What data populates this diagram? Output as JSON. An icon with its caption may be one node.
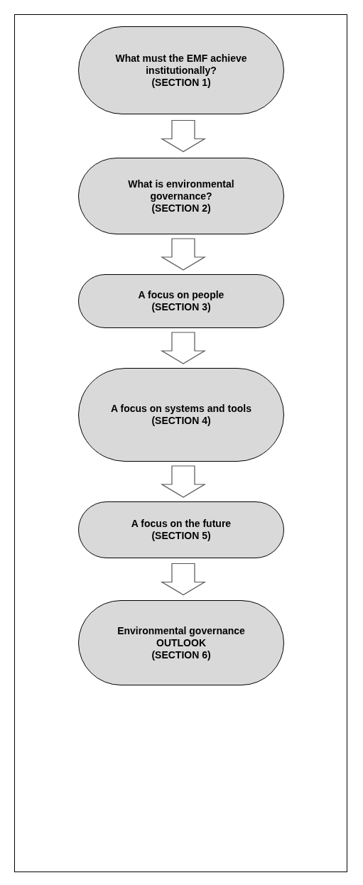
{
  "diagram": {
    "nodes": [
      {
        "text": [
          "What must the EMF achieve institutionally?",
          "(SECTION 1)"
        ]
      },
      {
        "text": [
          "What is environmental governance?",
          "(SECTION 2)"
        ]
      },
      {
        "text": [
          "A focus on people",
          "(SECTION 3)"
        ]
      },
      {
        "text": [
          "A focus on systems and tools",
          "(SECTION 4)"
        ]
      },
      {
        "text": [
          "A focus on the future",
          "(SECTION 5)"
        ]
      },
      {
        "text": [
          "Environmental governance",
          "OUTLOOK",
          "(SECTION 6)"
        ]
      }
    ],
    "edges": [
      {
        "from": 0,
        "to": 1,
        "arrow": "to"
      },
      {
        "from": 1,
        "to": 2,
        "arrow": "to"
      },
      {
        "from": 2,
        "to": 3,
        "arrow": "to"
      },
      {
        "from": 3,
        "to": 4,
        "arrow": "to"
      },
      {
        "from": 4,
        "to": 5,
        "arrow": "to"
      }
    ]
  }
}
